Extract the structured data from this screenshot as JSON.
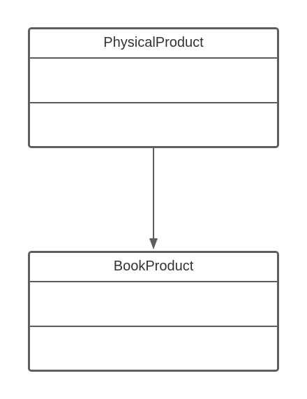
{
  "diagram": {
    "classes": [
      {
        "name": "PhysicalProduct",
        "attributes": [],
        "methods": []
      },
      {
        "name": "BookProduct",
        "attributes": [],
        "methods": []
      }
    ],
    "relationships": [
      {
        "from": "PhysicalProduct",
        "to": "BookProduct",
        "type": "directed-association"
      }
    ],
    "colors": {
      "stroke": "#5e5e5e",
      "text": "#333333",
      "background": "#ffffff"
    }
  }
}
